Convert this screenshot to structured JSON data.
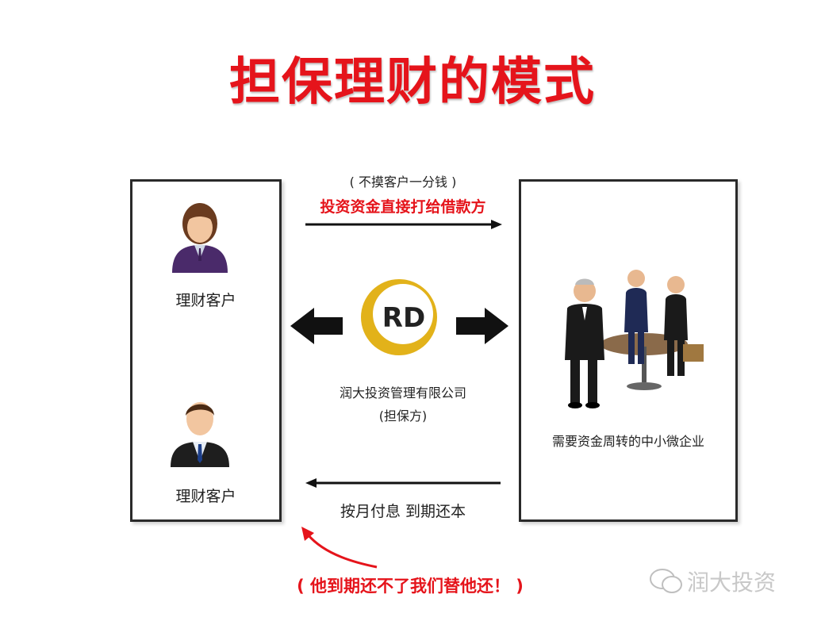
{
  "title": "担保理财的模式",
  "left_box": {
    "client_top_label": "理财客户",
    "client_bottom_label": "理财客户"
  },
  "center": {
    "top_note": "( 不摸客户一分钱 )",
    "top_emphasis": "投资资金直接打给借款方",
    "logo_text": "RD",
    "company_name": "润大投资管理有限公司",
    "company_role": "(担保方)",
    "bottom_label": "按月付息 到期还本"
  },
  "right_box": {
    "label": "需要资金周转的中小微企业"
  },
  "footer": {
    "guarantee_note": "( 他到期还不了我们替他还！ )",
    "watermark": "润大投资"
  },
  "colors": {
    "title_red": "#e5141b",
    "logo_gold": "#e2b21a",
    "arrow_black": "#111111"
  }
}
